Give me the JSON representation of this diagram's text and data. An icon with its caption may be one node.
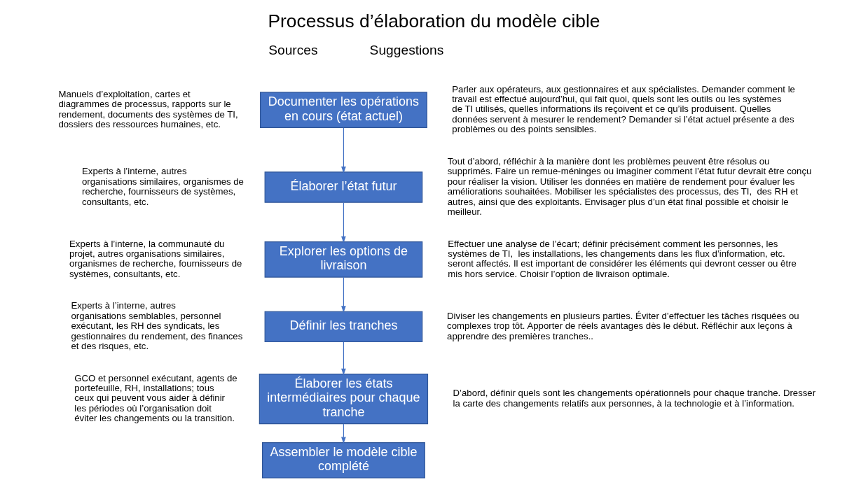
{
  "diagram": {
    "title": "Processus d’élaboration du modèle cible",
    "nodes": [
      {
        "text": [
          "Documenter les opérations en cours (état actuel)"
        ],
        "beside": [
          "Manuels d’exploitation, cartes et diagrammes de processus, rapports sur le rendement, documents des systèmes de TI,  dossiers des ressources humaines, etc.",
          "Parler aux opérateurs, aux gestionnaires et aux spécialistes. Demander comment le travail est effectué aujourd’hui, qui fait quoi, quels sont les outils ou les systèmes de TI utilisés, quelles informations ils reçoivent et ce qu’ils produisent. Quelles données servent à mesurer le rendement? Demander si l’état actuel présente a des problèmes ou des points sensibles."
        ]
      },
      {
        "text": [
          "Élaborer l’état futur"
        ],
        "beside": [
          "Experts à l’interne, autres organisations similaires, organismes de recherche, fournisseurs de systèmes, consultants, etc.",
          "Tout d’abord, réfléchir à la manière dont les problèmes peuvent être résolus ou supprimés. Faire un remue-méninges ou imaginer comment l’état futur devrait être conçu pour réaliser la vision. Utiliser les données en matière de rendement pour évaluer les améliorations souhaitées. Mobiliser les spécialistes des processus, des TI,  des RH et autres, ainsi que des exploitants. Envisager plus d’un état final possible et choisir le meilleur."
        ]
      },
      {
        "text": [
          "Explorer les options de livraison"
        ],
        "beside": [
          "Experts à l’interne, la communauté du projet, autres organisations similaires, organismes de recherche, fournisseurs de systèmes, consultants, etc.",
          "Effectuer une analyse de l’écart; définir précisément comment les personnes, les systèmes de TI,  les installations, les changements dans les flux d’information, etc. seront affectés. Il est important de considérer les éléments qui devront cesser ou être mis hors service. Choisir l’option de livraison optimale."
        ]
      },
      {
        "text": [
          "Définir les tranches"
        ],
        "beside": [
          "Experts à l’interne, autres organisations semblables, personnel exécutant, les RH des syndicats, les gestionnaires du rendement, des finances et des risques, etc.",
          "Diviser les changements en plusieurs parties. Éviter d’effectuer les tâches risquées ou complexes trop tôt. Apporter de réels avantages dès le début. Réfléchir aux leçons à apprendre des premières tranches.."
        ]
      },
      {
        "text": [
          "Élaborer les états intermédiaires pour chaque tranche"
        ],
        "beside": [
          "GCO et personnel exécutant, agents de portefeuille, RH, installations; tous ceux qui peuvent vous aider à définir les périodes où l’organisation doit éviter les changements ou la transition.",
          "D’abord, définir quels sont les changements opérationnels pour chaque tranche. Dresser la carte des changements relatifs aux personnes, à la technologie et à l’information."
        ]
      },
      {
        "text": [
          "Assembler le modèle cible complété"
        ]
      }
    ],
    "edges": [
      {
        "from": 0,
        "to": 1,
        "arrow": "to"
      },
      {
        "from": 1,
        "to": 2,
        "arrow": "to"
      },
      {
        "from": 2,
        "to": 3,
        "arrow": "to"
      },
      {
        "from": 3,
        "to": 4,
        "arrow": "to"
      },
      {
        "from": 4,
        "to": 5,
        "arrow": "to"
      }
    ],
    "labels": [
      "Sources",
      "Suggestions"
    ]
  }
}
